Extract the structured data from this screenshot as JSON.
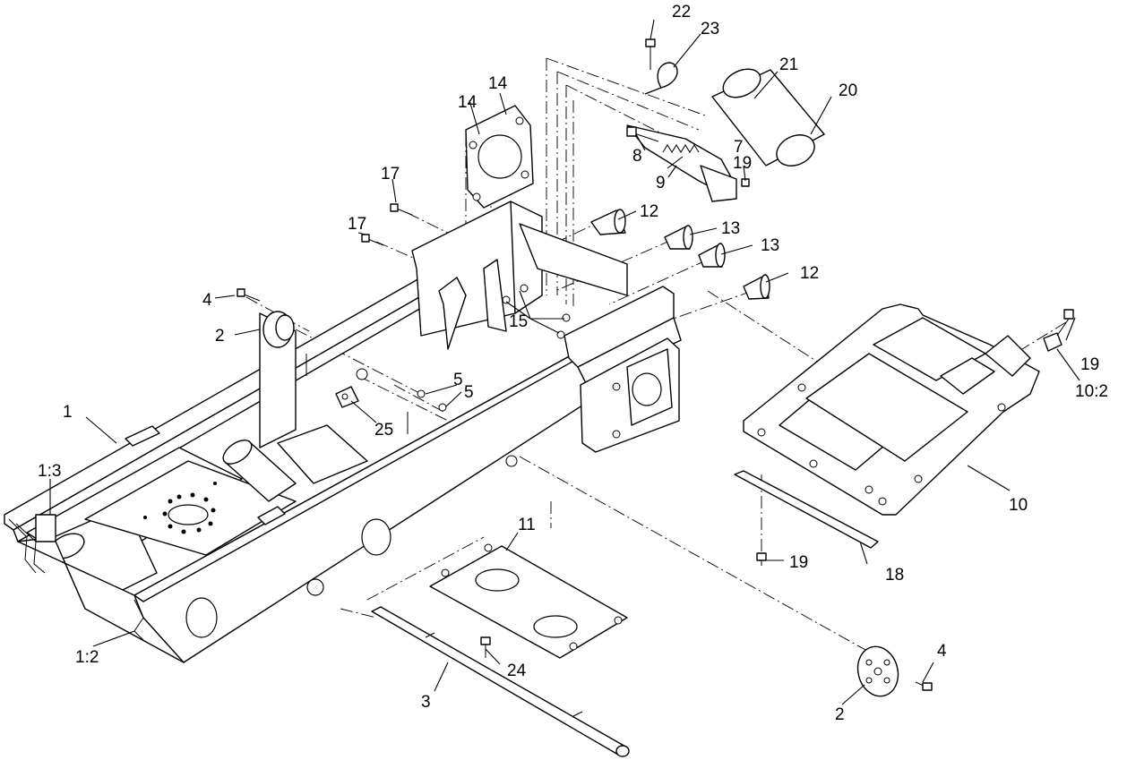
{
  "figure": {
    "type": "exploded parts diagram",
    "line_color": "#000000",
    "background": "#ffffff"
  },
  "callouts": {
    "c1": "1",
    "c1_2": "1:2",
    "c1_3": "1:3",
    "c2a": "2",
    "c2b": "2",
    "c3": "3",
    "c4a": "4",
    "c4b": "4",
    "c5a": "5",
    "c5b": "5",
    "c7": "7",
    "c8": "8",
    "c9": "9",
    "c10": "10",
    "c10_2": "10:2",
    "c11": "11",
    "c12a": "12",
    "c12b": "12",
    "c13a": "13",
    "c13b": "13",
    "c14a": "14",
    "c14b": "14",
    "c15": "15",
    "c17a": "17",
    "c17b": "17",
    "c18": "18",
    "c19a": "19",
    "c19b": "19",
    "c19c": "19",
    "c20": "20",
    "c21": "21",
    "c22": "22",
    "c23": "23",
    "c24": "24",
    "c25": "25"
  }
}
